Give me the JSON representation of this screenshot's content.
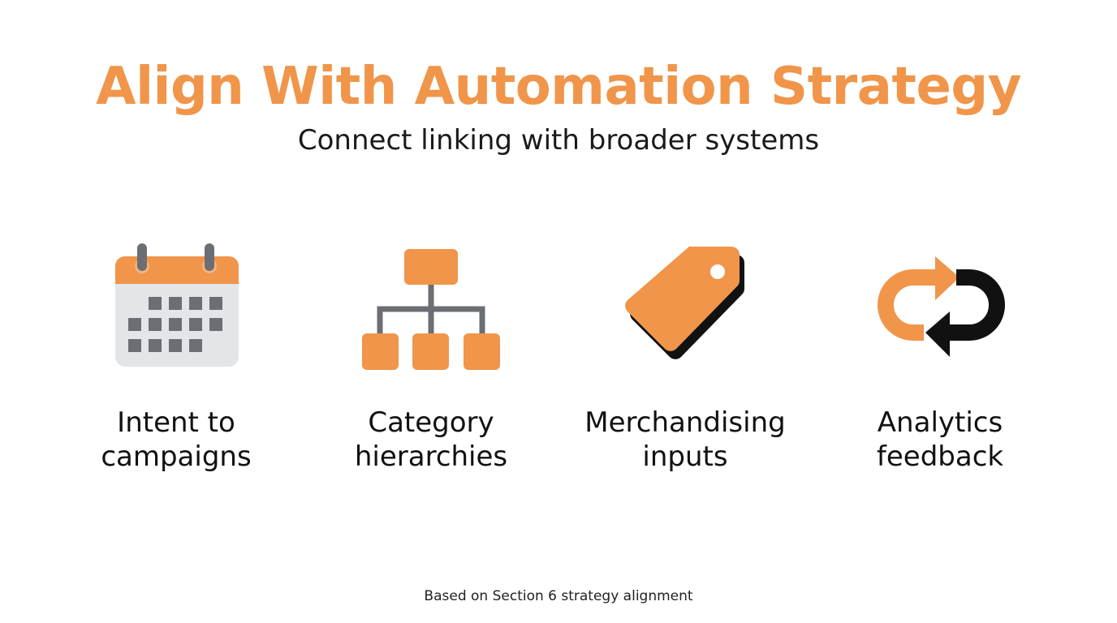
{
  "header": {
    "title": "Align With Automation Strategy",
    "subtitle": "Connect linking with broader systems"
  },
  "items": [
    {
      "icon": "calendar-icon",
      "label_line1": "Intent to",
      "label_line2": "campaigns"
    },
    {
      "icon": "hierarchy-icon",
      "label_line1": "Category",
      "label_line2": "hierarchies"
    },
    {
      "icon": "tag-icon",
      "label_line1": "Merchandising",
      "label_line2": "inputs"
    },
    {
      "icon": "loop-arrows-icon",
      "label_line1": "Analytics",
      "label_line2": "feedback"
    }
  ],
  "footer": {
    "text": "Based on Section 6 strategy alignment"
  },
  "colors": {
    "accent": "#f0954a",
    "gray": "#6b6f73",
    "light_gray": "#e3e5e8",
    "black": "#111111"
  }
}
